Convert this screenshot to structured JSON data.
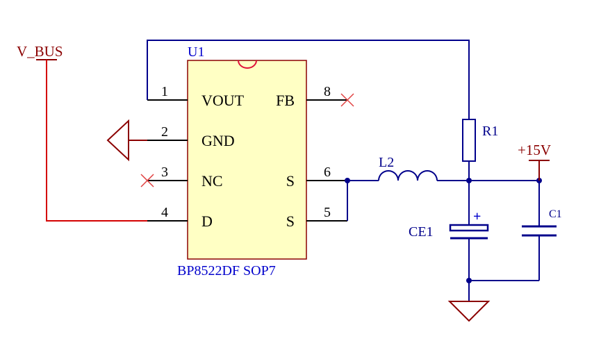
{
  "ic": {
    "designator": "U1",
    "part_label": "BP8522DF SOP7",
    "pins": [
      {
        "number": "1",
        "name": "VOUT"
      },
      {
        "number": "2",
        "name": "GND"
      },
      {
        "number": "3",
        "name": "NC"
      },
      {
        "number": "4",
        "name": "D"
      },
      {
        "number": "8",
        "name": "FB"
      },
      {
        "number": "6",
        "name": "S"
      },
      {
        "number": "5",
        "name": "S"
      }
    ]
  },
  "components": {
    "inductor": "L2",
    "resistor": "R1",
    "electrolytic_cap": "CE1",
    "electrolytic_plus": "+",
    "capacitor": "C1"
  },
  "nets": {
    "vbus": "V_BUS",
    "v15": "+15V"
  },
  "colors": {
    "wire": "#00008b",
    "pin": "#000000",
    "power_port": "#8b0000",
    "vbus_wire": "#d40000",
    "ic_fill": "#ffffc4",
    "ic_border": "#8b0000",
    "label_blue": "#0000cc",
    "no_connect": "#e04040",
    "plus_sign": "#ff0000"
  }
}
